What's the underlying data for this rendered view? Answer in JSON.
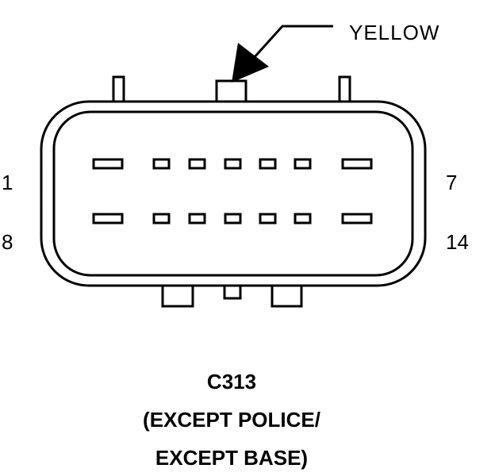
{
  "connector": {
    "id": "C313",
    "caption_line1": "(EXCEPT POLICE/",
    "caption_line2": "EXCEPT BASE)",
    "wire_color_label": "YELLOW",
    "pin_labels": {
      "top_left": "1",
      "top_right": "7",
      "bottom_left": "8",
      "bottom_right": "14"
    },
    "pins_per_row": 7,
    "rows": 2
  }
}
